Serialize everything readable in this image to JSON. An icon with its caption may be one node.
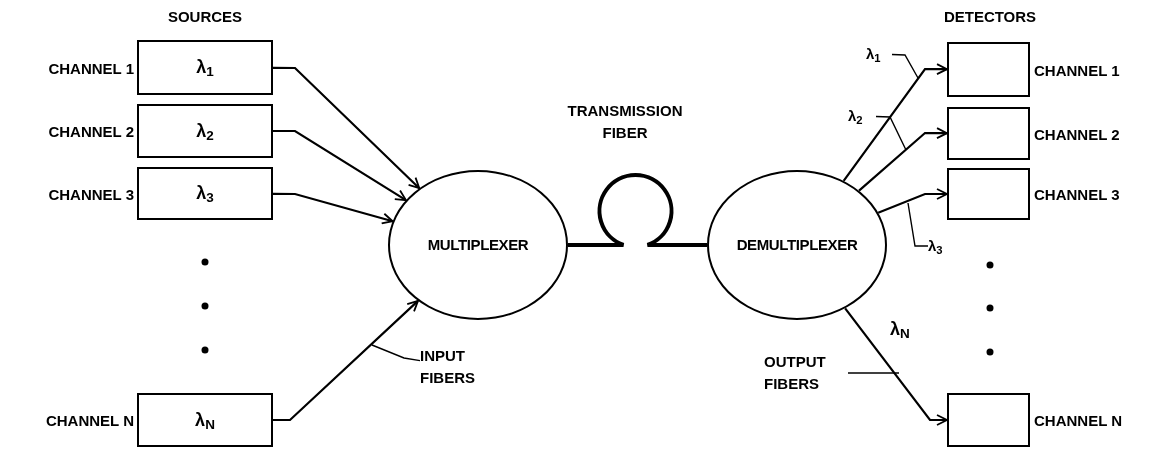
{
  "diagram": {
    "nodes": [
      {
        "text": [
          "λ$_{1}$"
        ],
        "beside": [
          "CHANNEL 1"
        ]
      },
      {
        "text": [
          "λ$_{2}$"
        ],
        "beside": [
          "CHANNEL 2"
        ]
      },
      {
        "text": [
          "λ$_{3}$"
        ],
        "beside": [
          "CHANNEL 3"
        ]
      },
      {
        "text": [
          "λ$_{N}$"
        ],
        "beside": [
          "CHANNEL N"
        ]
      },
      {
        "text": [
          "MULTIPLEXER"
        ]
      },
      {
        "text": [
          "DEMULTIPLEXER"
        ]
      },
      {
        "text": [],
        "shape": "box",
        "beside": [
          "CHANNEL 1"
        ]
      },
      {
        "text": [],
        "shape": "box",
        "beside": [
          "CHANNEL 2"
        ]
      },
      {
        "text": [],
        "shape": "box",
        "beside": [
          "CHANNEL 3"
        ]
      },
      {
        "text": [],
        "shape": "box",
        "beside": [
          "CHANNEL N"
        ]
      },
      {
        "text": [
          "INPUT FIBERS"
        ]
      },
      {
        "text": [
          "λ$_{1}$"
        ]
      },
      {
        "text": [
          "λ$_{2}$"
        ]
      },
      {
        "text": [
          "λ$_{3}$"
        ]
      },
      {
        "text": [
          "OUTPUT FIBERS"
        ]
      }
    ],
    "edges": [
      {
        "from": 0,
        "to": 4,
        "arrow": "to"
      },
      {
        "from": 1,
        "to": 4,
        "arrow": "to"
      },
      {
        "from": 2,
        "to": 4,
        "arrow": "to"
      },
      {
        "from": 3,
        "to": 4,
        "arrow": "to"
      },
      {
        "from": 4,
        "to": 5,
        "arrow": "none",
        "style": "thick"
      },
      {
        "from": 5,
        "to": 6,
        "arrow": "to"
      },
      {
        "from": 5,
        "to": 7,
        "arrow": "to"
      },
      {
        "from": 5,
        "to": 8,
        "arrow": "to"
      },
      {
        "from": 5,
        "to": 9,
        "arrow": "to"
      },
      {
        "from": 10,
        "to": null,
        "arrow": "none"
      },
      {
        "from": 11,
        "to": null,
        "arrow": "none"
      },
      {
        "from": 12,
        "to": null,
        "arrow": "none"
      },
      {
        "from": 13,
        "to": null,
        "arrow": "none"
      },
      {
        "from": 14,
        "to": null,
        "arrow": "none"
      }
    ],
    "labels": [
      "SOURCES",
      "DETECTORS",
      "TRANSMISSION FIBER",
      "λ$_{N}$"
    ]
  }
}
